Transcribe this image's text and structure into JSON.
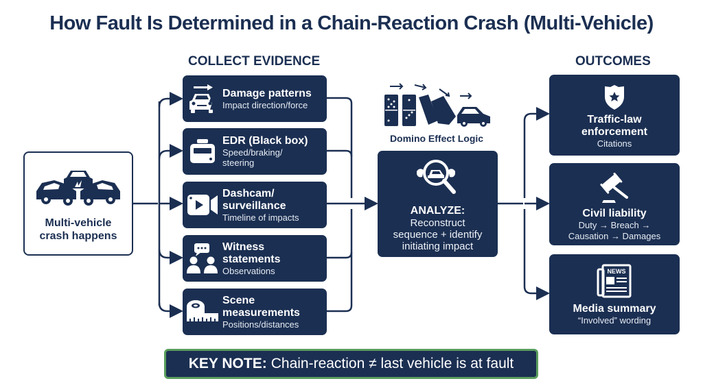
{
  "title": "How Fault Is Determined in a Chain-Reaction Crash (Multi-Vehicle)",
  "start": {
    "label_line1": "Multi-vehicle",
    "label_line2": "crash happens",
    "icon": "car-crash-icon"
  },
  "collect_evidence": {
    "heading": "COLLECT EVIDENCE",
    "items": [
      {
        "title": "Damage patterns",
        "subtitle": "Impact direction/force",
        "icon": "damaged-car-icon"
      },
      {
        "title": "EDR (Black box)",
        "subtitle_line1": "Speed/braking/",
        "subtitle_line2": "steering",
        "icon": "black-box-icon"
      },
      {
        "title_line1": "Dashcam/",
        "title_line2": "surveillance",
        "subtitle": "Timeline of impacts",
        "icon": "video-camera-icon"
      },
      {
        "title_line1": "Witness",
        "title_line2": "statements",
        "subtitle": "Observations",
        "icon": "witness-icon"
      },
      {
        "title_line1": "Scene",
        "title_line2": "measurements",
        "subtitle": "Positions/distances",
        "icon": "tape-measure-icon"
      }
    ]
  },
  "domino": {
    "label": "Domino Effect Logic",
    "icon": "domino-cars-icon"
  },
  "analyze": {
    "title": "ANALYZE:",
    "line1": "Reconstruct",
    "line2": "sequence + identify",
    "line3": "initiating impact",
    "icon": "magnifier-car-icon"
  },
  "outcomes": {
    "heading": "OUTCOMES",
    "items": [
      {
        "title_line1": "Traffic-law",
        "title_line2": "enforcement",
        "subtitle": "Citations",
        "icon": "police-badge-icon"
      },
      {
        "title": "Civil liability",
        "subtitle_line1": "Duty → Breach →",
        "subtitle_line2": "Causation → Damages",
        "icon": "gavel-icon"
      },
      {
        "title": "Media summary",
        "subtitle": "“Involved” wording",
        "icon": "newspaper-icon",
        "icon_text": "NEWS"
      }
    ]
  },
  "key_note": {
    "label": "KEY NOTE:",
    "text": "Chain-reaction ≠ last vehicle is at fault"
  },
  "colors": {
    "navy": "#1b2f52",
    "note_border": "#5a9e5e",
    "background": "#ffffff"
  }
}
